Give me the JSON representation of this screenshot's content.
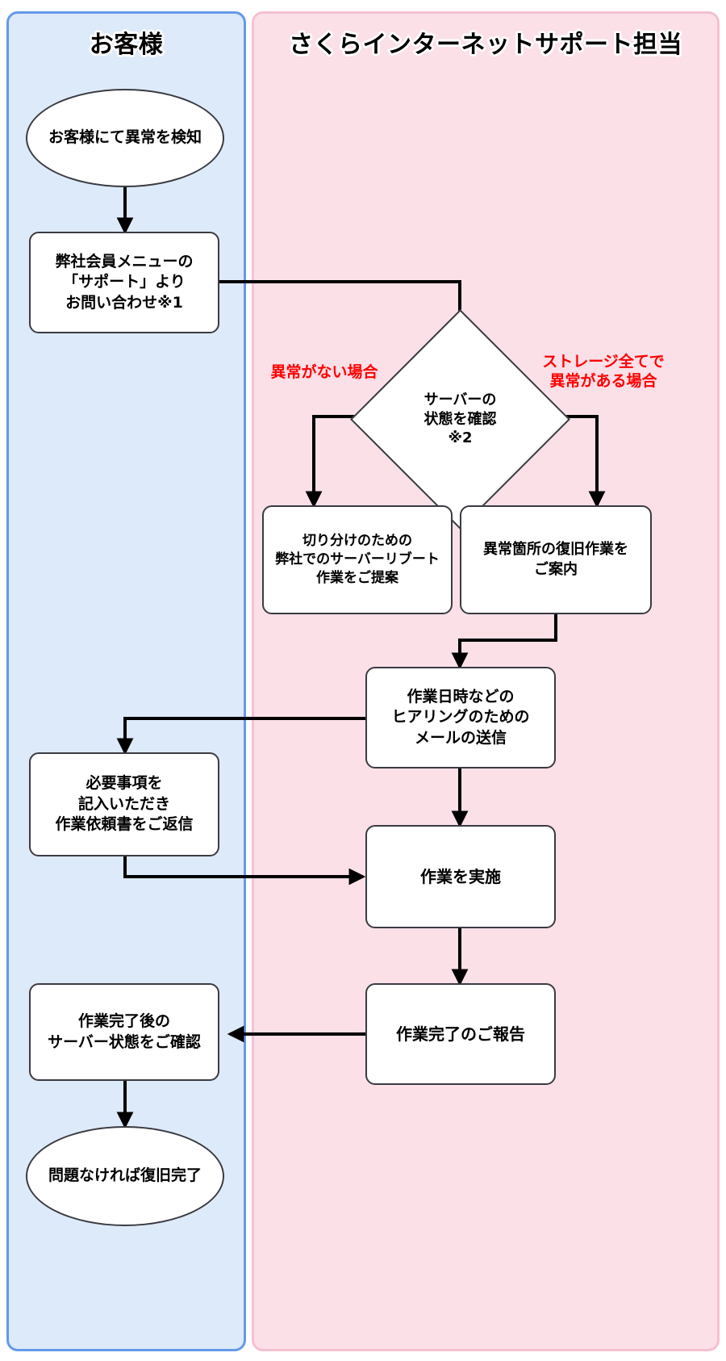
{
  "diagram": {
    "type": "flowchart",
    "title_bar": {
      "customer_lane": "お客様",
      "support_lane": "さくらインターネットサポート担当"
    },
    "colors": {
      "customer_lane_fill": "#ddeaf9",
      "customer_lane_border": "#6699e8",
      "support_lane_fill": "#fbe0e8",
      "support_lane_border": "#f5c0d2",
      "node_fill": "#ffffff",
      "node_border": "#3b3b42",
      "edge": "#000000",
      "edge_label": "#ff0000"
    },
    "nodes": {
      "start_detect": "お客様にて異常を検知",
      "member_menu_inquiry": "弊社会員メニューの\n「サポート」より\nお問い合わせ※1",
      "check_server_state": "サーバーの\n状態を確認\n※2",
      "propose_reboot": "切り分けのための\n弊社でのサーバーリブート\n作業をご提案",
      "guide_recovery": "異常箇所の復旧作業を\nご案内",
      "send_hearing_mail": "作業日時などの\nヒアリングのための\nメールの送信",
      "return_request_form": "必要事項を\n記入いただき\n作業依頼書をご返信",
      "perform_work": "作業を実施",
      "report_completion": "作業完了のご報告",
      "confirm_server_state": "作業完了後の\nサーバー状態をご確認",
      "end_recovered": "問題なければ復旧完了"
    },
    "edge_labels": {
      "no_abnormality": "異常がない場合",
      "all_storage_abnormal": "ストレージ全てで\n異常がある場合"
    }
  }
}
